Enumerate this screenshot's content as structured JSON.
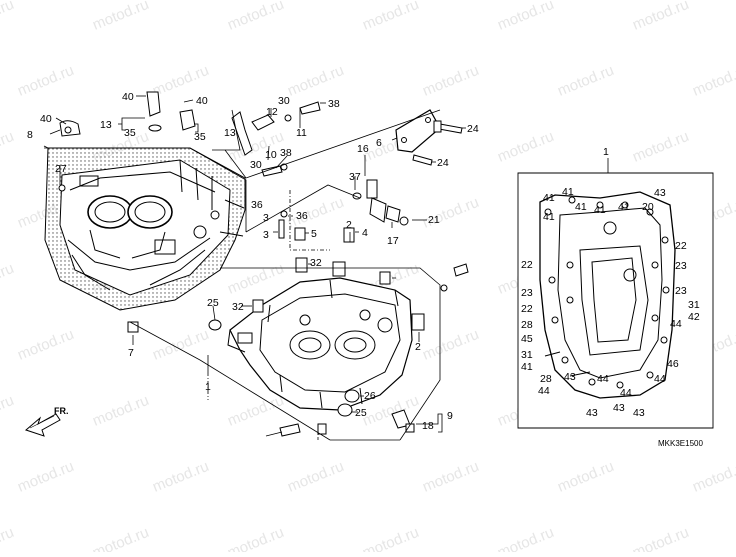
{
  "diagram": {
    "drawing_code": "MKK3E1500",
    "direction_label": "FR.",
    "watermark_text": "motod.ru",
    "assembly_callout": "1",
    "callouts_main": [
      "1",
      "2",
      "2",
      "3",
      "3",
      "4",
      "5",
      "6",
      "7",
      "8",
      "9",
      "10",
      "11",
      "12",
      "13",
      "13",
      "16",
      "17",
      "18",
      "21",
      "24",
      "24",
      "25",
      "25",
      "26",
      "27",
      "30",
      "30",
      "32",
      "32",
      "35",
      "35",
      "36",
      "36",
      "37",
      "38",
      "38",
      "40",
      "40",
      "40"
    ],
    "callouts_inset": [
      "1",
      "20",
      "22",
      "22",
      "22",
      "23",
      "23",
      "23",
      "28",
      "28",
      "31",
      "31",
      "41",
      "41",
      "41",
      "41",
      "41",
      "41",
      "41",
      "41",
      "42",
      "43",
      "43",
      "43",
      "43",
      "43",
      "44",
      "44",
      "44",
      "44",
      "44",
      "45",
      "46"
    ]
  }
}
